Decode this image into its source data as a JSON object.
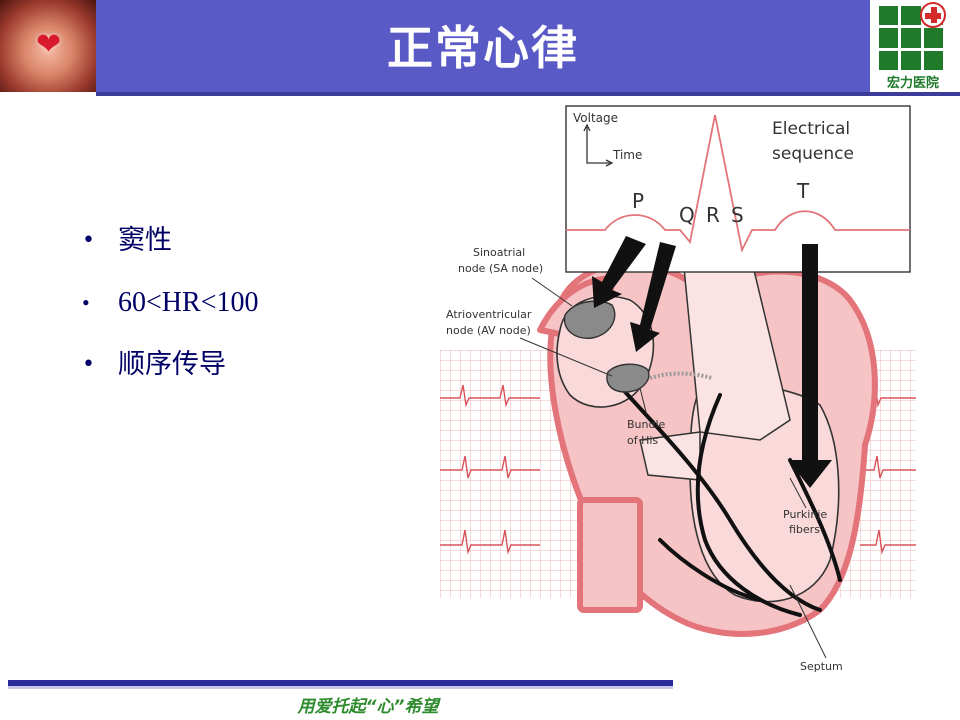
{
  "header": {
    "title": "正常心律",
    "logo_text": "宏力医院"
  },
  "bullets": [
    "窦性",
    "60<HR<100",
    "顺序传导"
  ],
  "bullet_symbol": "•",
  "diagram": {
    "axis_voltage": "Voltage",
    "axis_time": "Time",
    "sequence_title_1": "Electrical",
    "sequence_title_2": "sequence",
    "wave_labels": {
      "p": "P",
      "q": "Q",
      "r": "R",
      "s": "S",
      "t": "T"
    },
    "sa_node_1": "Sinoatrial",
    "sa_node_2": "node (SA node)",
    "av_node_1": "Atrioventricular",
    "av_node_2": "node (AV node)",
    "bundle_1": "Bundle",
    "bundle_2": "of His",
    "purkinje_1": "Purkinje",
    "purkinje_2": "fibers",
    "septum": "Septum"
  },
  "footer": {
    "slogan": "用爱托起“心”希望"
  },
  "colors": {
    "header": "#5a5ac6",
    "bullet_text": "#000066",
    "slogan": "#2e8b2e",
    "heart_fill": "#f6c4c4",
    "heart_stroke": "#e2747a",
    "ecg_grid": "#e8a0a0"
  }
}
